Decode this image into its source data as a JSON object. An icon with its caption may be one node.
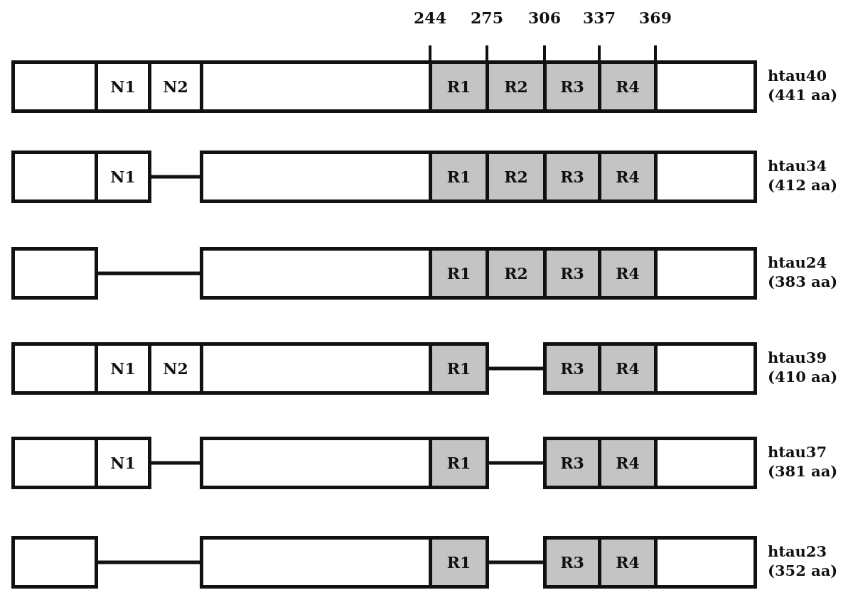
{
  "diagram": {
    "nodes": [
      {
        "text": [],
        "shape": "box"
      },
      {
        "text": [
          "N1"
        ]
      },
      {
        "text": [
          "N2"
        ]
      },
      {
        "text": [],
        "shape": "box"
      },
      {
        "text": [
          "R1"
        ]
      },
      {
        "text": [
          "R2"
        ]
      },
      {
        "text": [
          "R3"
        ]
      },
      {
        "text": [
          "R4"
        ]
      },
      {
        "text": [],
        "shape": "box",
        "beside": [
          "htau40 (441 aa)"
        ]
      },
      {
        "text": [],
        "shape": "box"
      },
      {
        "text": [
          "N1"
        ]
      },
      {
        "text": [],
        "shape": "box"
      },
      {
        "text": [
          "R1"
        ]
      },
      {
        "text": [
          "R2"
        ]
      },
      {
        "text": [
          "R3"
        ]
      },
      {
        "text": [
          "R4"
        ]
      },
      {
        "text": [],
        "shape": "box",
        "beside": [
          "htau34 (412 aa)"
        ]
      },
      {
        "text": [],
        "shape": "box"
      },
      {
        "text": [],
        "shape": "box"
      },
      {
        "text": [
          "R1"
        ]
      },
      {
        "text": [
          "R2"
        ]
      },
      {
        "text": [
          "R3"
        ]
      },
      {
        "text": [
          "R4"
        ]
      },
      {
        "text": [],
        "shape": "box",
        "beside": [
          "htau24 (383 aa)"
        ]
      },
      {
        "text": [],
        "shape": "box"
      },
      {
        "text": [
          "N1"
        ]
      },
      {
        "text": [
          "N2"
        ]
      },
      {
        "text": [],
        "shape": "box"
      },
      {
        "text": [
          "R1"
        ]
      },
      {
        "text": [
          "R3"
        ]
      },
      {
        "text": [
          "R4"
        ]
      },
      {
        "text": [],
        "shape": "box",
        "beside": [
          "htau39 (410 aa)"
        ]
      },
      {
        "text": [],
        "shape": "box"
      },
      {
        "text": [
          "N1"
        ]
      },
      {
        "text": [],
        "shape": "box"
      },
      {
        "text": [
          "R1"
        ]
      },
      {
        "text": [
          "R3"
        ]
      },
      {
        "text": [
          "R4"
        ]
      },
      {
        "text": [],
        "shape": "box",
        "beside": [
          "htau37 (381 aa)"
        ]
      },
      {
        "text": [],
        "shape": "box"
      },
      {
        "text": [],
        "shape": "box"
      },
      {
        "text": [
          "R1"
        ]
      },
      {
        "text": [
          "R3"
        ]
      },
      {
        "text": [
          "R4"
        ]
      },
      {
        "text": [],
        "shape": "box",
        "beside": [
          "htau23 (352 aa)"
        ]
      }
    ],
    "edges": [
      {
        "from": 10,
        "to": 11,
        "arrow": "none"
      },
      {
        "from": 17,
        "to": 18,
        "arrow": "none"
      },
      {
        "from": 28,
        "to": 29,
        "arrow": "none"
      },
      {
        "from": 33,
        "to": 34,
        "arrow": "none"
      },
      {
        "from": 35,
        "to": 36,
        "arrow": "none"
      },
      {
        "from": 39,
        "to": 40,
        "arrow": "none"
      },
      {
        "from": 41,
        "to": 42,
        "arrow": "none"
      }
    ],
    "labels": [
      "244",
      "275",
      "306",
      "337",
      "369"
    ]
  }
}
